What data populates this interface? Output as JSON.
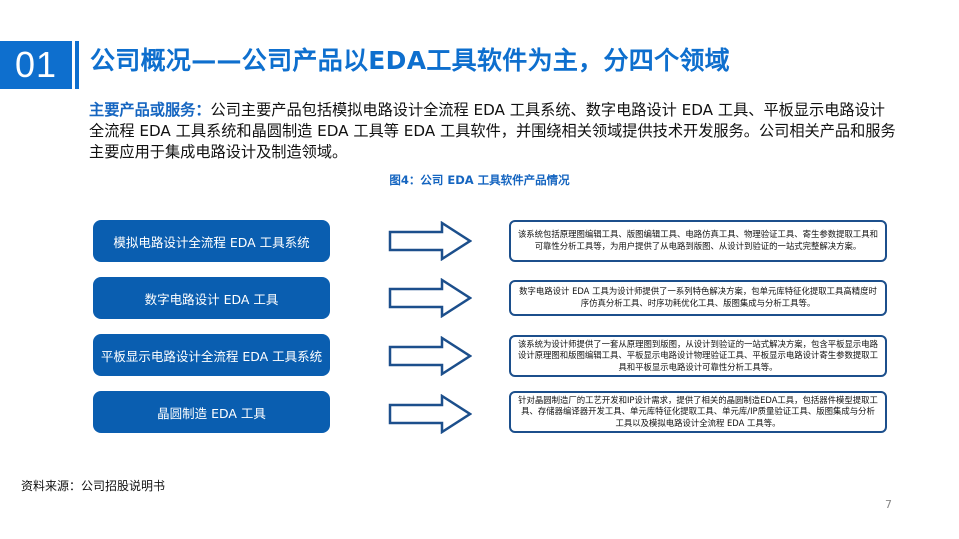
{
  "header": {
    "section_number": "01",
    "title": "公司概况——公司产品以EDA工具软件为主，分四个领域"
  },
  "intro": {
    "lead": "主要产品或服务：",
    "body": "公司主要产品包括模拟电路设计全流程 EDA 工具系统、数字电路设计 EDA 工具、平板显示电路设计全流程 EDA 工具系统和晶圆制造 EDA 工具等 EDA 工具软件，并围绕相关领域提供技术开发服务。公司相关产品和服务主要应用于集成电路设计及制造领域。"
  },
  "figure": {
    "title": "图4：公司 EDA 工具软件产品情况",
    "rows": [
      {
        "product": "模拟电路设计全流程 EDA 工具系统",
        "description": "该系统包括原理图编辑工具、版图编辑工具、电路仿真工具、物理验证工具、寄生参数提取工具和可靠性分析工具等，为用户提供了从电路到版图、从设计到验证的一站式完整解决方案。"
      },
      {
        "product": "数字电路设计 EDA 工具",
        "description": "数字电路设计 EDA 工具为设计师提供了一系列特色解决方案，包单元库特征化提取工具高精度时序仿真分析工具、时序功耗优化工具、版图集成与分析工具等。"
      },
      {
        "product": "平板显示电路设计全流程 EDA 工具系统",
        "description": "该系统为设计师提供了一套从原理图到版图，从设计到验证的一站式解决方案，包含平板显示电路设计原理图和版图编辑工具、平板显示电路设计物理验证工具、平板显示电路设计寄生参数提取工具和平板显示电路设计可靠性分析工具等。"
      },
      {
        "product": "晶圆制造 EDA 工具",
        "description": "针对晶圆制造厂的工艺开发和IP设计需求，提供了相关的晶圆制造EDA工具，包括器件模型提取工具、存储器编译器开发工具、单元库特征化提取工具、单元库/IP质量验证工具、版图集成与分析工具以及模拟电路设计全流程 EDA 工具等。"
      }
    ]
  },
  "footer": {
    "source": "资料来源：公司招股说明书",
    "page_number": "7"
  },
  "colors": {
    "accent": "#0e6fce",
    "pill": "#0a5eb0",
    "arrow_border": "#1c4f8c"
  }
}
